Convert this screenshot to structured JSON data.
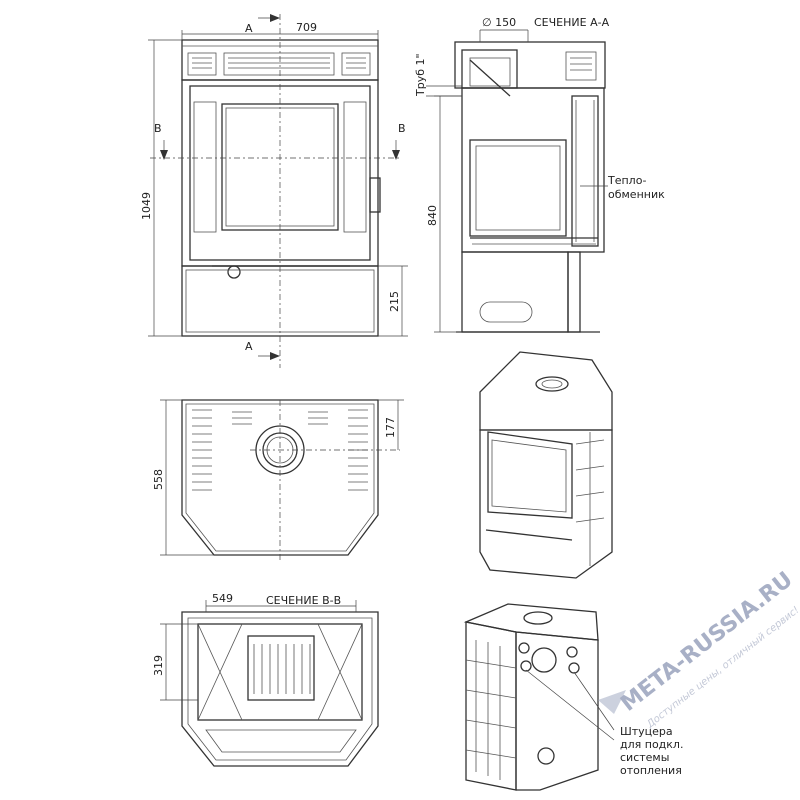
{
  "labels": {
    "section_aa": "СЕЧЕНИЕ А-А",
    "section_bb": "СЕЧЕНИЕ В-В",
    "heat_exchanger": [
      "Тепло-",
      "обменник"
    ],
    "fittings": [
      "Штуцера",
      "для подкл.",
      "системы",
      "отопления"
    ],
    "pipe": "Труб 1\"",
    "cut_a": "A",
    "cut_b": "B",
    "diameter": "∅ 150"
  },
  "dimensions": {
    "width_top": "709",
    "height_total": "1049",
    "height_base": "215",
    "height_section": "840",
    "depth_plan": "558",
    "flue_offset": "177",
    "width_section": "549",
    "depth_section": "319"
  },
  "watermark": {
    "brand": "META-RUSSIA.RU",
    "slogan": "Доступные цены, отличный сервис!",
    "accent": "#9aa3bd"
  }
}
